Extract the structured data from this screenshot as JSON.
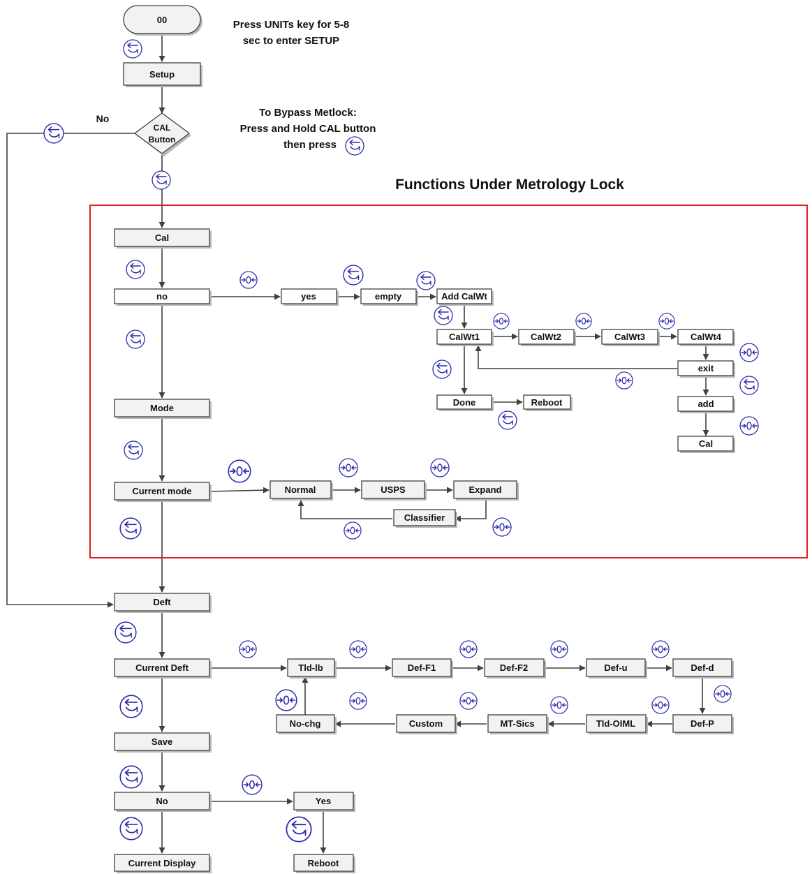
{
  "notes": {
    "enter_setup_line1": "Press UNITs key for 5-8",
    "enter_setup_line2": "sec to enter SETUP",
    "bypass_line1": "To Bypass Metlock:",
    "bypass_line2": "Press and Hold CAL button",
    "bypass_line3": "then press",
    "no_label": "No"
  },
  "lock_title": "Functions Under Metrology Lock",
  "decision": {
    "line1": "CAL",
    "line2": "Button"
  },
  "start_node": "00",
  "nodes": {
    "setup": "Setup",
    "cal": "Cal",
    "no_cal": "no",
    "yes_cal": "yes",
    "empty": "empty",
    "add_calwt": "Add  CalWt",
    "calwt1": "CalWt1",
    "calwt2": "CalWt2",
    "calwt3": "CalWt3",
    "calwt4": "CalWt4",
    "exit": "exit",
    "add": "add",
    "cal_end": "Cal",
    "done": "Done",
    "reboot_cal": "Reboot",
    "mode": "Mode",
    "current_mode": "Current mode",
    "normal": "Normal",
    "usps": "USPS",
    "expand": "Expand",
    "classifier": "Classifier",
    "deft": "Deft",
    "current_deft": "Current Deft",
    "tld_lb": "Tld-lb",
    "def_f1": "Def-F1",
    "def_f2": "Def-F2",
    "def_u": "Def-u",
    "def_d": "Def-d",
    "def_p": "Def-P",
    "tld_oiml": "Tld-OIML",
    "mt_sics": "MT-Sics",
    "custom": "Custom",
    "no_chg": "No-chg",
    "save": "Save",
    "no_save": "No",
    "yes_save": "Yes",
    "reboot_save": "Reboot",
    "current_display": "Current Display"
  },
  "icons": {
    "enter_key": "enter-key-icon",
    "zero_key": "zero-key-icon"
  },
  "colors": {
    "lock_border": "#e02020",
    "icon_stroke": "#2a2aa8",
    "box_fill": "#f2f2f2",
    "line": "#404040"
  }
}
